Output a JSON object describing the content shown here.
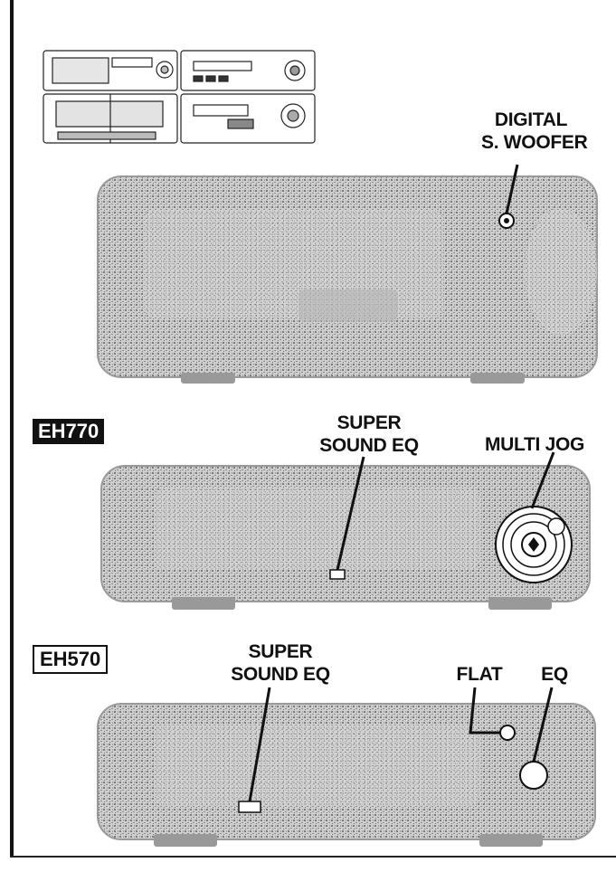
{
  "labels": {
    "digital_line1": "DIGITAL",
    "digital_line2": "S. WOOFER",
    "super_eq_770_line1": "SUPER",
    "super_eq_770_line2": "SOUND EQ",
    "multi_jog": "MULTI JOG",
    "super_eq_570_line1": "SUPER",
    "super_eq_570_line2": "SOUND EQ",
    "flat": "FLAT",
    "eq": "EQ"
  },
  "models": {
    "eh770": "EH770",
    "eh570": "EH570"
  },
  "colors": {
    "ink": "#111111",
    "panel": "#c9c9c9",
    "panel_dark": "#9a9a9a"
  }
}
